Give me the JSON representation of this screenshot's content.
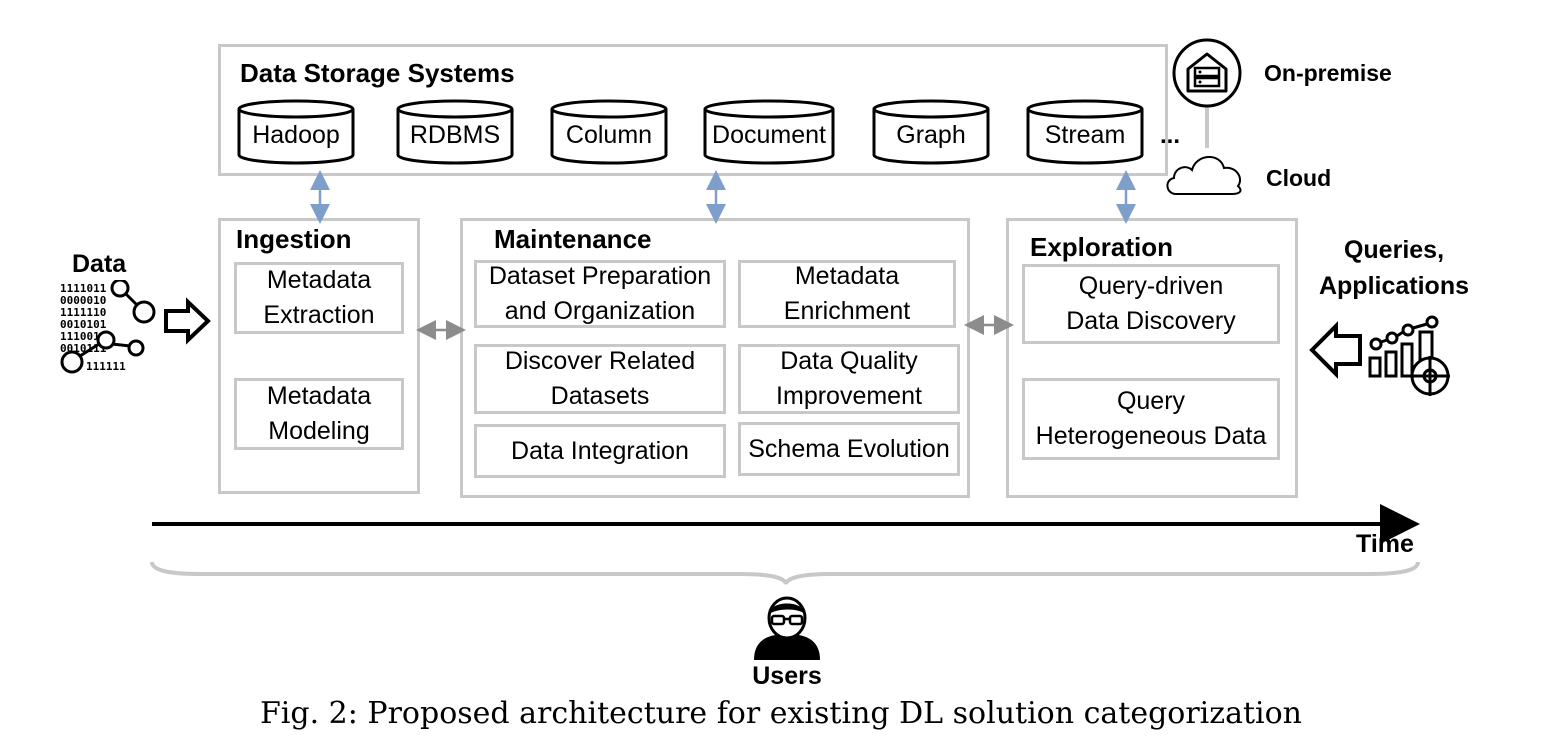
{
  "storage": {
    "title": "Data Storage Systems",
    "systems": [
      "Hadoop",
      "RDBMS",
      "Column",
      "Document",
      "Graph",
      "Stream"
    ],
    "more": "...",
    "on_premise": "On-premise",
    "cloud": "Cloud"
  },
  "ingestion": {
    "title": "Ingestion",
    "items": [
      "Metadata\nExtraction",
      "Metadata\nModeling"
    ]
  },
  "maintenance": {
    "title": "Maintenance",
    "items": [
      "Dataset Preparation\nand Organization",
      "Metadata\nEnrichment",
      "Discover Related\nDatasets",
      "Data Quality\nImprovement",
      "Data Integration",
      "Schema Evolution"
    ]
  },
  "exploration": {
    "title": "Exploration",
    "items": [
      "Query-driven\nData Discovery",
      "Query\nHeterogeneous Data"
    ]
  },
  "data_label": "Data",
  "queries_label": "Queries,\nApplications",
  "time_label": "Time",
  "users_label": "Users",
  "caption": "Fig. 2: Proposed architecture for existing DL solution categorization",
  "colors": {
    "border": "#c8c8c8",
    "blue_arrow": "#7f9fcb",
    "gray_arrow": "#8c8c8c"
  }
}
